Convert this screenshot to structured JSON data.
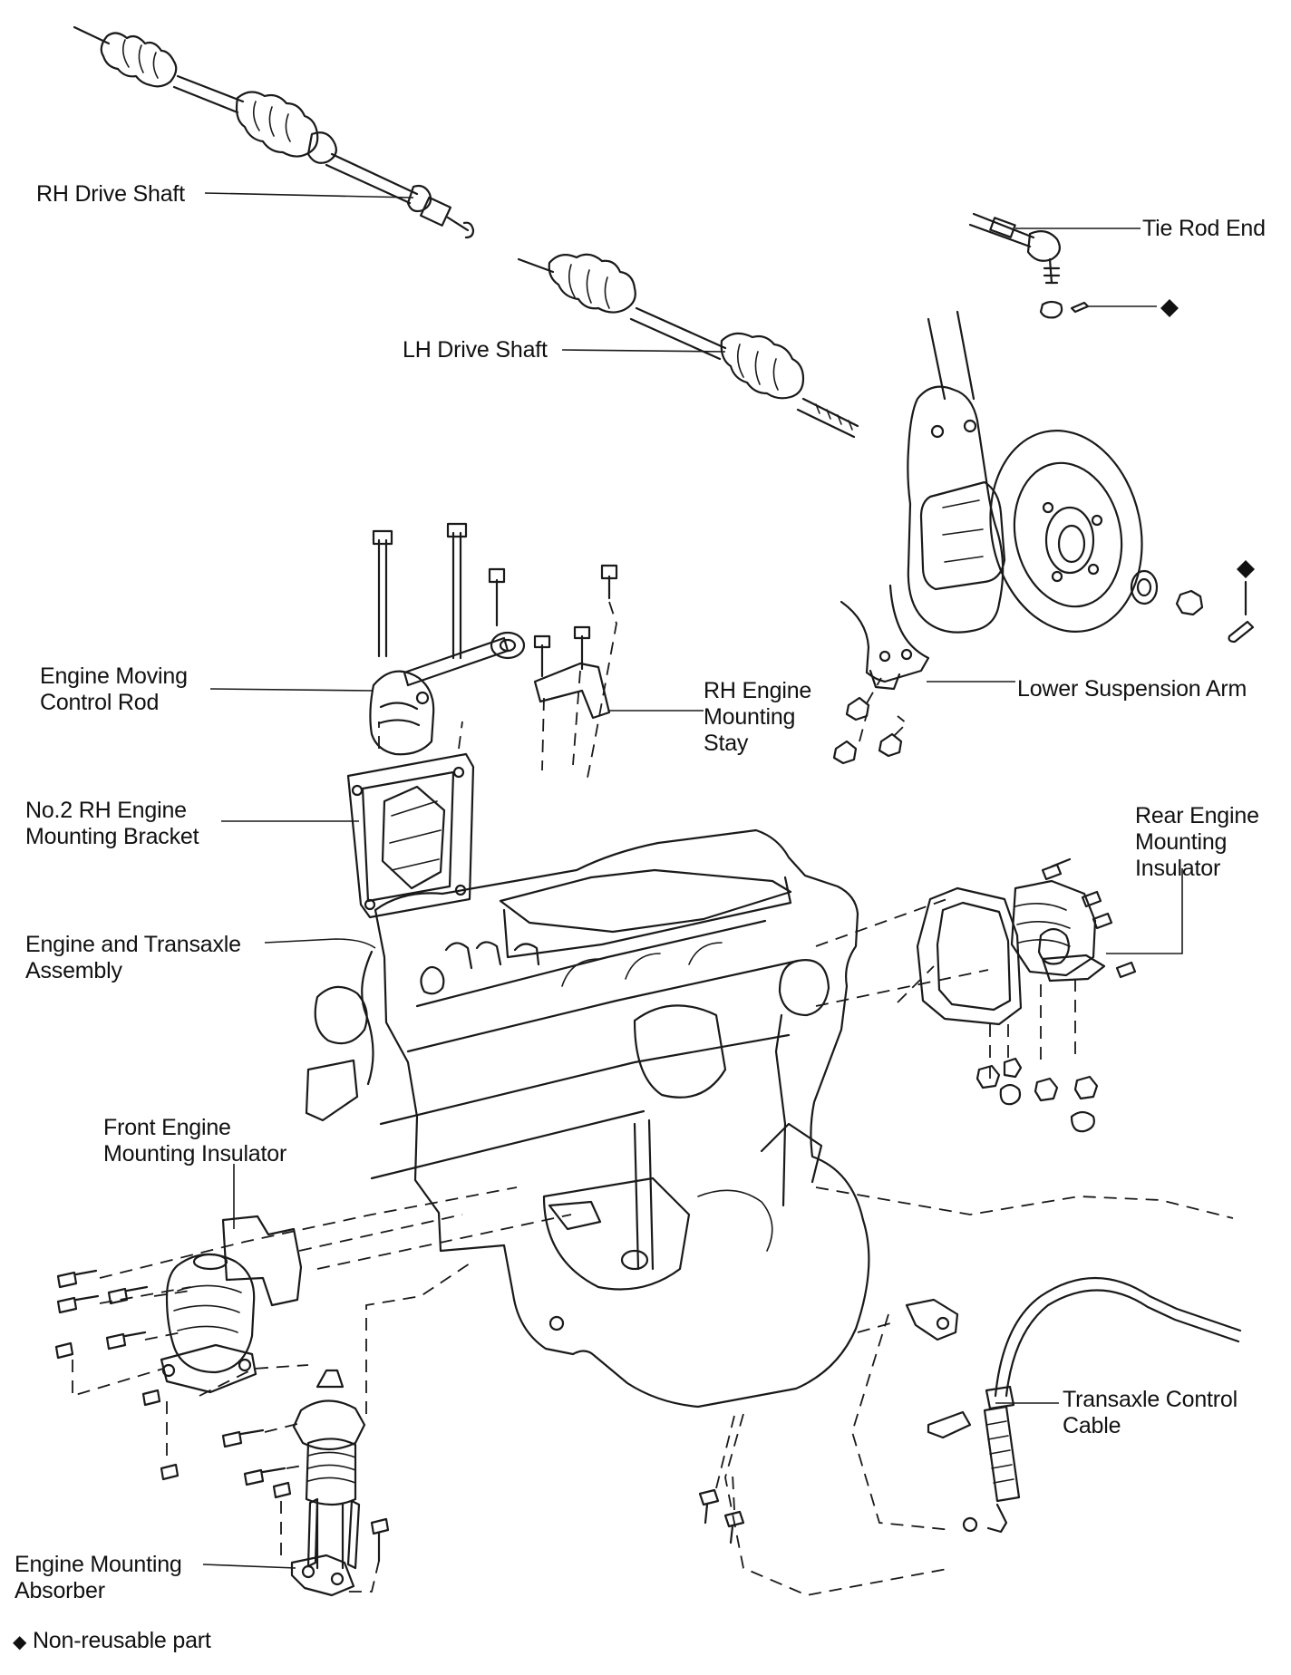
{
  "labels": {
    "rh_drive_shaft": "RH Drive Shaft",
    "tie_rod_end": "Tie Rod End",
    "lh_drive_shaft": "LH Drive Shaft",
    "engine_moving_control_rod": [
      "Engine Moving",
      "Control Rod"
    ],
    "rh_engine_mounting_stay": [
      "RH Engine",
      "Mounting",
      "Stay"
    ],
    "lower_suspension_arm": "Lower Suspension Arm",
    "no2_rh_engine_mounting_bracket": [
      "No.2 RH Engine",
      "Mounting Bracket"
    ],
    "rear_engine_mounting_insulator": [
      "Rear Engine",
      "Mounting",
      "Insulator"
    ],
    "engine_and_transaxle_assembly": [
      "Engine and Transaxle",
      "Assembly"
    ],
    "front_engine_mounting_insulator": [
      "Front Engine",
      "Mounting Insulator"
    ],
    "transaxle_control_cable": [
      "Transaxle Control",
      "Cable"
    ],
    "engine_mounting_absorber": [
      "Engine Mounting",
      "Absorber"
    ]
  },
  "legend": {
    "symbol": "◆",
    "text": "Non-reusable part"
  }
}
